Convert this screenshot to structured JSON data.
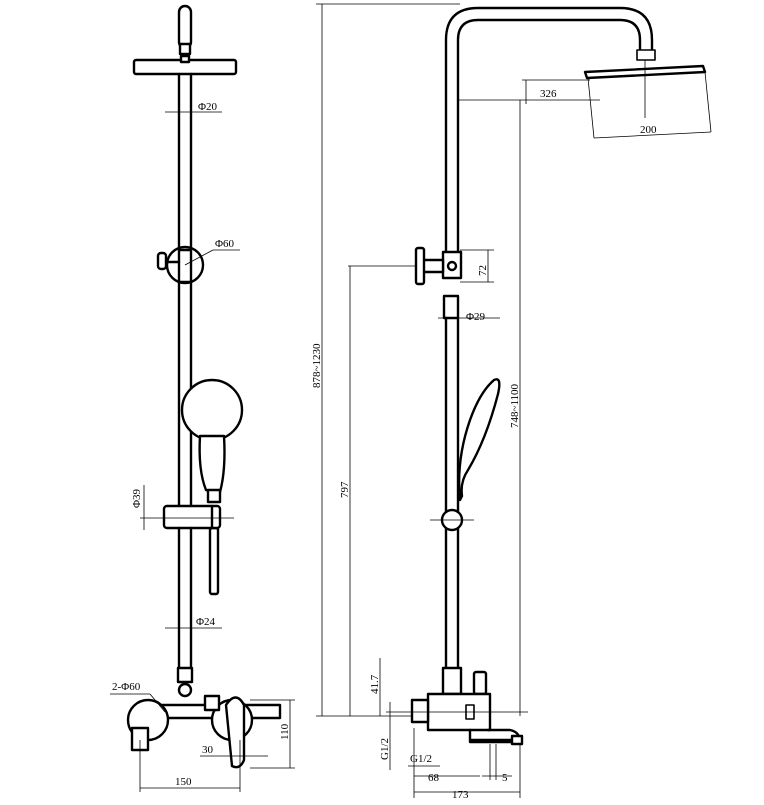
{
  "dimensions": {
    "d20": "Φ20",
    "d60_top": "Φ60",
    "d39": "Φ39",
    "d24": "Φ24",
    "d2_60": "2-Φ60",
    "h110": "110",
    "w30": "30",
    "w150": "150",
    "h878_1230": "878~1230",
    "w326": "326",
    "w200": "200",
    "h72": "72",
    "d29": "Φ29",
    "h797": "797",
    "h748_1100": "748~1100",
    "h41_7": "41.7",
    "g12_left": "G1/2",
    "g12_bottom": "G1/2",
    "w68": "68",
    "w5": "5",
    "w173": "173"
  }
}
